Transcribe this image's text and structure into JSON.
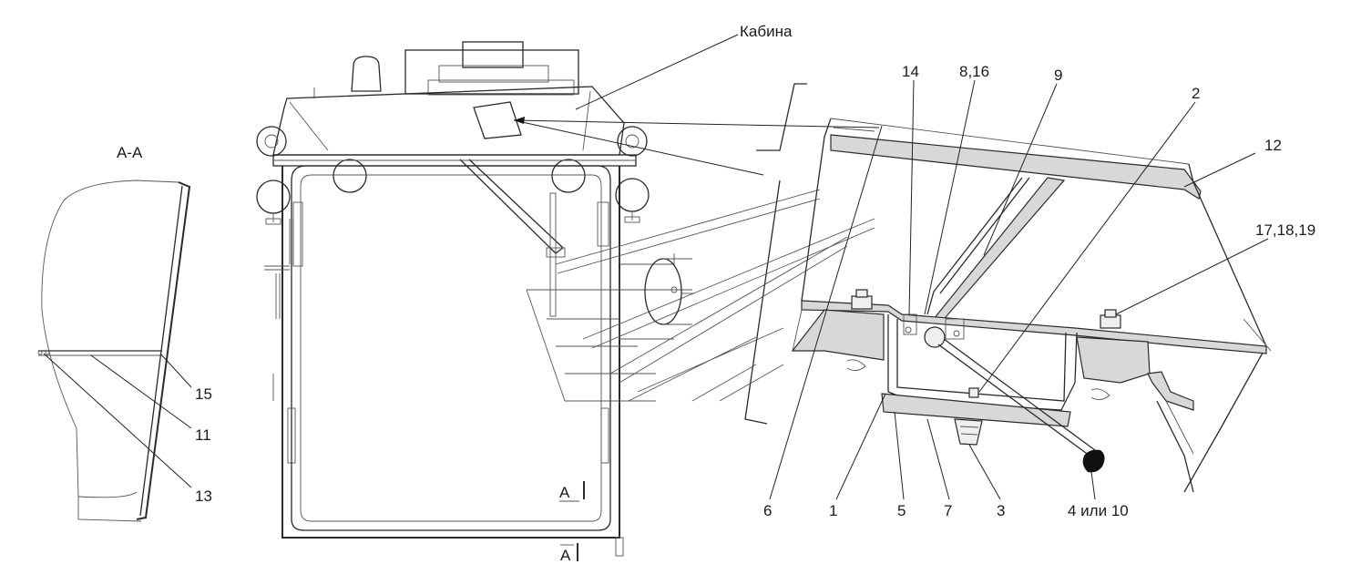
{
  "section_title": "А-А",
  "cabin_label": "Кабина",
  "section_marker": "А",
  "callouts": {
    "c15": "15",
    "c11": "11",
    "c13": "13",
    "c14": "14",
    "c8_16": "8,16",
    "c9": "9",
    "c2": "2",
    "c12": "12",
    "c17_18_19": "17,18,19",
    "c6": "6",
    "c1": "1",
    "c5": "5",
    "c7": "7",
    "c3": "3",
    "c4_10": "4 или 10"
  }
}
